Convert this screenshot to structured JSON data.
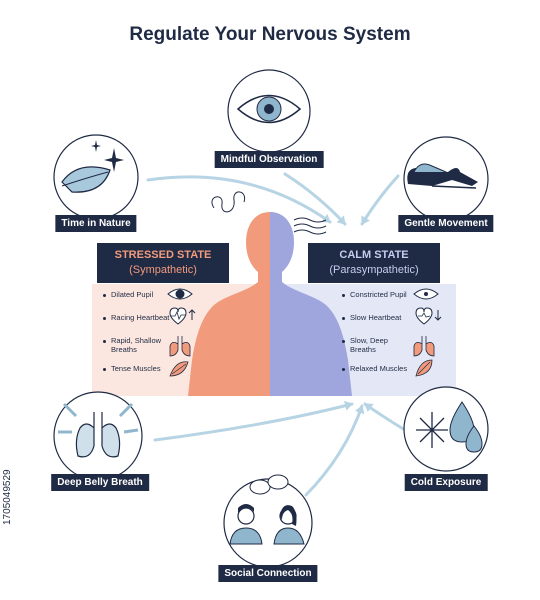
{
  "title": "Regulate Your Nervous System",
  "practices": {
    "mindful_observation": "Mindful Observation",
    "time_in_nature": "Time in Nature",
    "gentle_movement": "Gentle Movement",
    "deep_belly_breath": "Deep Belly Breath",
    "cold_exposure": "Cold Exposure",
    "social_connection": "Social Connection"
  },
  "stressed": {
    "title": "STRESSED STATE",
    "subtitle": "(Sympathetic)",
    "color": "#f29a7c",
    "panel_color": "#fbe7df",
    "items": [
      "Dilated Pupil",
      "Racing Heartbeat",
      "Rapid, Shallow Breaths",
      "Tense Muscles"
    ]
  },
  "calm": {
    "title": "CALM STATE",
    "subtitle": "(Parasympathetic)",
    "color": "#9ea6dd",
    "panel_color": "#e4e8f6",
    "items": [
      "Constricted Pupil",
      "Slow Heartbeat",
      "Slow, Deep Breaths",
      "Relaxed Muscles"
    ]
  },
  "watermark_id": "1705049529",
  "colors": {
    "navy": "#1f2a44",
    "arrow": "#b7d4e4",
    "icon_blue": "#8fb6cc"
  }
}
